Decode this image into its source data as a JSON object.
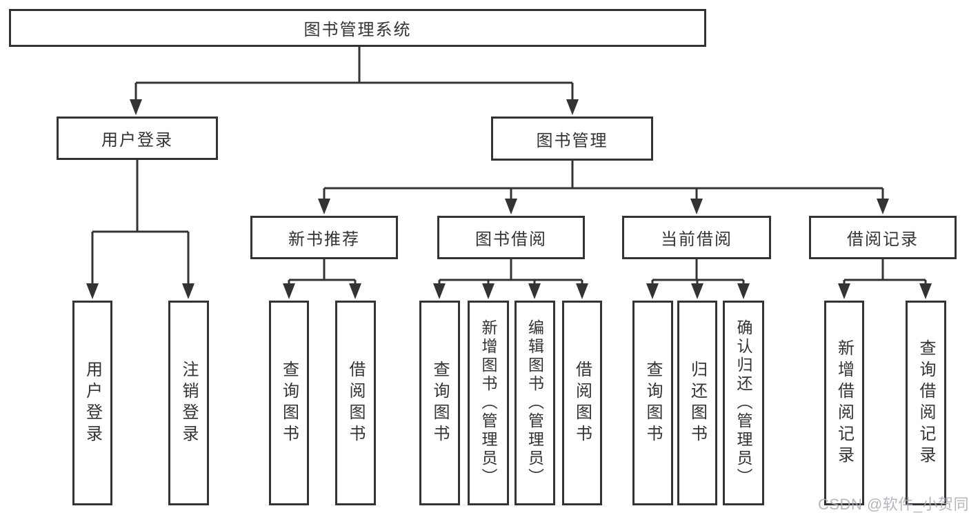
{
  "diagram": {
    "type": "hierarchy-tree",
    "title": "图书管理系统",
    "tree": {
      "label": "图书管理系统",
      "children": [
        {
          "label": "用户登录",
          "children": [
            {
              "label": "用户登录"
            },
            {
              "label": "注销登录"
            }
          ]
        },
        {
          "label": "图书管理",
          "children": [
            {
              "label": "新书推荐",
              "children": [
                {
                  "label": "查询图书"
                },
                {
                  "label": "借阅图书"
                }
              ]
            },
            {
              "label": "图书借阅",
              "children": [
                {
                  "label": "查询图书"
                },
                {
                  "label": "新增图书（管理员）"
                },
                {
                  "label": "编辑图书（管理员）"
                },
                {
                  "label": "借阅图书"
                }
              ]
            },
            {
              "label": "当前借阅",
              "children": [
                {
                  "label": "查询图书"
                },
                {
                  "label": "归还图书"
                },
                {
                  "label": "确认归还（管理员）"
                }
              ]
            },
            {
              "label": "借阅记录",
              "children": [
                {
                  "label": "新增借阅记录"
                },
                {
                  "label": "查询借阅记录"
                }
              ]
            }
          ]
        }
      ]
    }
  },
  "nodes": [
    {
      "id": "root",
      "label": "图书管理系统"
    },
    {
      "id": "user-login",
      "label": "用户登录"
    },
    {
      "id": "book-management",
      "label": "图书管理"
    },
    {
      "id": "new-book-recommend",
      "label": "新书推荐"
    },
    {
      "id": "book-borrowing",
      "label": "图书借阅"
    },
    {
      "id": "current-borrowing",
      "label": "当前借阅"
    },
    {
      "id": "borrowing-records",
      "label": "借阅记录"
    },
    {
      "id": "v-user-login",
      "label": "用户登录"
    },
    {
      "id": "v-logout-login",
      "label": "注销登录"
    },
    {
      "id": "v-query-book-1",
      "label": "查询图书"
    },
    {
      "id": "v-borrow-book-1",
      "label": "借阅图书"
    },
    {
      "id": "v-query-book-2",
      "label": "查询图书"
    },
    {
      "id": "v-add-book",
      "label": "新增图书（管理员）"
    },
    {
      "id": "v-edit-book",
      "label": "编辑图书（管理员）"
    },
    {
      "id": "v-borrow-book-2",
      "label": "借阅图书"
    },
    {
      "id": "v-query-book-3",
      "label": "查询图书"
    },
    {
      "id": "v-return-book",
      "label": "归还图书"
    },
    {
      "id": "v-confirm-return",
      "label": "确认归还（管理员）"
    },
    {
      "id": "v-add-borrow-record",
      "label": "新增借阅记录"
    },
    {
      "id": "v-query-borrow-record",
      "label": "查询借阅记录"
    }
  ],
  "watermark": {
    "text": "CSDN @软件_小贺同学"
  },
  "colors": {
    "line": "#333333",
    "border": "#333333",
    "text": "#333333",
    "background": "#ffffff",
    "watermark": "#a6abb4"
  }
}
